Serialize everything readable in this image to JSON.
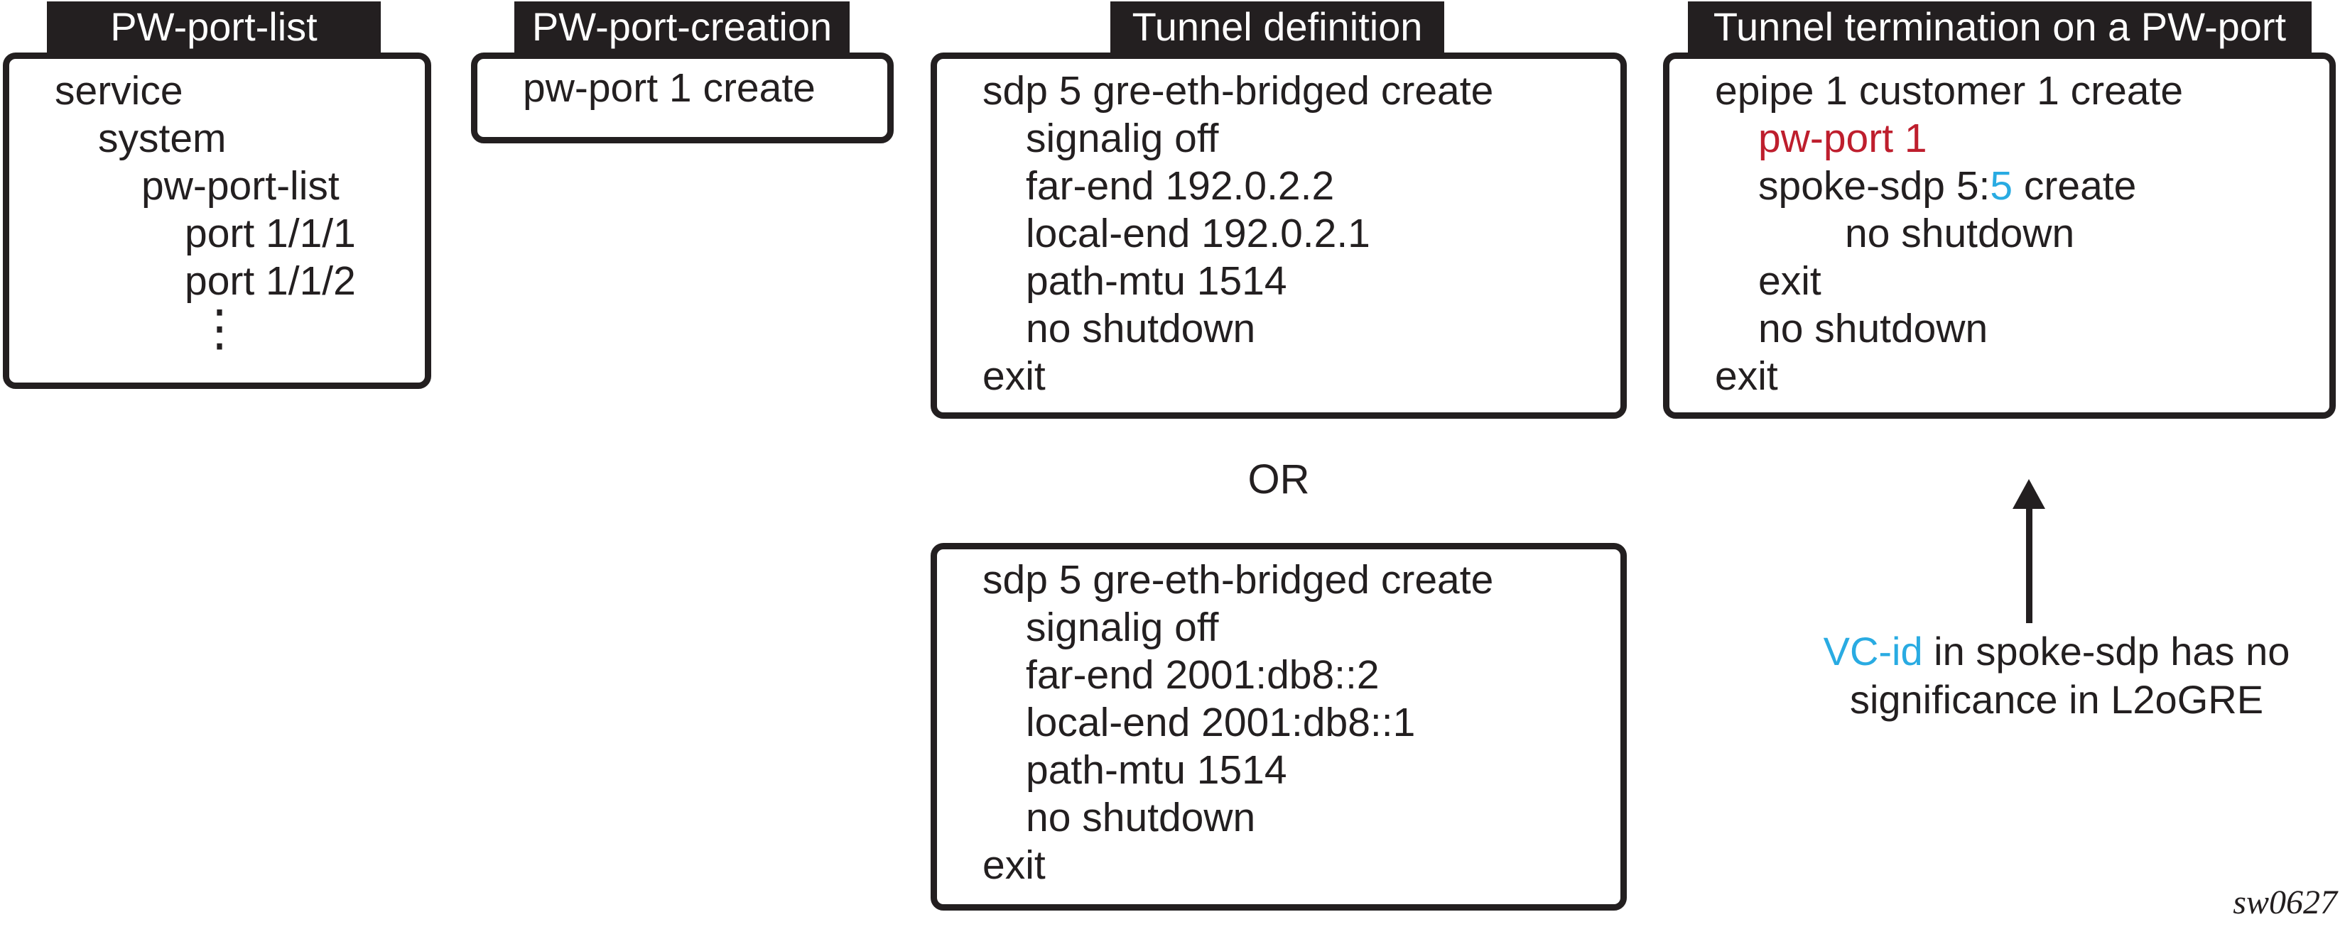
{
  "colors": {
    "ink": "#231f20",
    "highlight_red": "#be1e2d",
    "highlight_cyan": "#29abe2",
    "band_background": "#231f20",
    "band_text": "#ffffff"
  },
  "boxes": [
    {
      "title": "PW-port-list",
      "lines": [
        {
          "segments": [
            {
              "text": "service"
            }
          ]
        },
        {
          "segments": [
            {
              "text": "system"
            }
          ]
        },
        {
          "segments": [
            {
              "text": "pw-port-list"
            }
          ]
        },
        {
          "segments": [
            {
              "text": "port 1/1/1"
            }
          ]
        },
        {
          "segments": [
            {
              "text": "port 1/1/2"
            }
          ]
        },
        {
          "segments": [
            {
              "text": "⋮"
            }
          ]
        }
      ]
    },
    {
      "title": "PW-port-creation",
      "lines": [
        {
          "segments": [
            {
              "text": "pw-port 1 create"
            }
          ]
        }
      ]
    },
    {
      "title": "Tunnel definition",
      "lines": [
        {
          "segments": [
            {
              "text": "sdp 5 gre-eth-bridged create"
            }
          ]
        },
        {
          "segments": [
            {
              "text": "signalig off"
            }
          ]
        },
        {
          "segments": [
            {
              "text": "far-end 192.0.2.2"
            }
          ]
        },
        {
          "segments": [
            {
              "text": "local-end 192.0.2.1"
            }
          ]
        },
        {
          "segments": [
            {
              "text": "path-mtu 1514"
            }
          ]
        },
        {
          "segments": [
            {
              "text": "no shutdown"
            }
          ]
        },
        {
          "segments": [
            {
              "text": "exit"
            }
          ]
        }
      ]
    },
    {
      "title": "Tunnel termination on a PW-port",
      "lines": [
        {
          "segments": [
            {
              "text": "epipe 1 customer 1 create"
            }
          ]
        },
        {
          "segments": [
            {
              "text": "pw-port 1"
            }
          ]
        },
        {
          "segments": [
            {
              "text": "spoke-sdp 5:"
            },
            {
              "text": "5"
            },
            {
              "text": " create"
            }
          ]
        },
        {
          "segments": [
            {
              "text": "no shutdown"
            }
          ]
        },
        {
          "segments": [
            {
              "text": "exit"
            }
          ]
        },
        {
          "segments": [
            {
              "text": "no shutdown"
            }
          ]
        },
        {
          "segments": [
            {
              "text": "exit"
            }
          ]
        }
      ]
    },
    {
      "title": "",
      "lines": [
        {
          "segments": [
            {
              "text": "sdp 5 gre-eth-bridged create"
            }
          ]
        },
        {
          "segments": [
            {
              "text": "signalig off"
            }
          ]
        },
        {
          "segments": [
            {
              "text": "far-end 2001:db8::2"
            }
          ]
        },
        {
          "segments": [
            {
              "text": "local-end 2001:db8::1"
            }
          ]
        },
        {
          "segments": [
            {
              "text": "path-mtu 1514"
            }
          ]
        },
        {
          "segments": [
            {
              "text": "no shutdown"
            }
          ]
        },
        {
          "segments": [
            {
              "text": "exit"
            }
          ]
        }
      ]
    }
  ],
  "or_label": "OR",
  "annotation": {
    "highlight": "VC-id",
    "line1_rest": " in spoke-sdp has no",
    "line2": "significance in L2oGRE"
  },
  "figure_id": "sw0627"
}
